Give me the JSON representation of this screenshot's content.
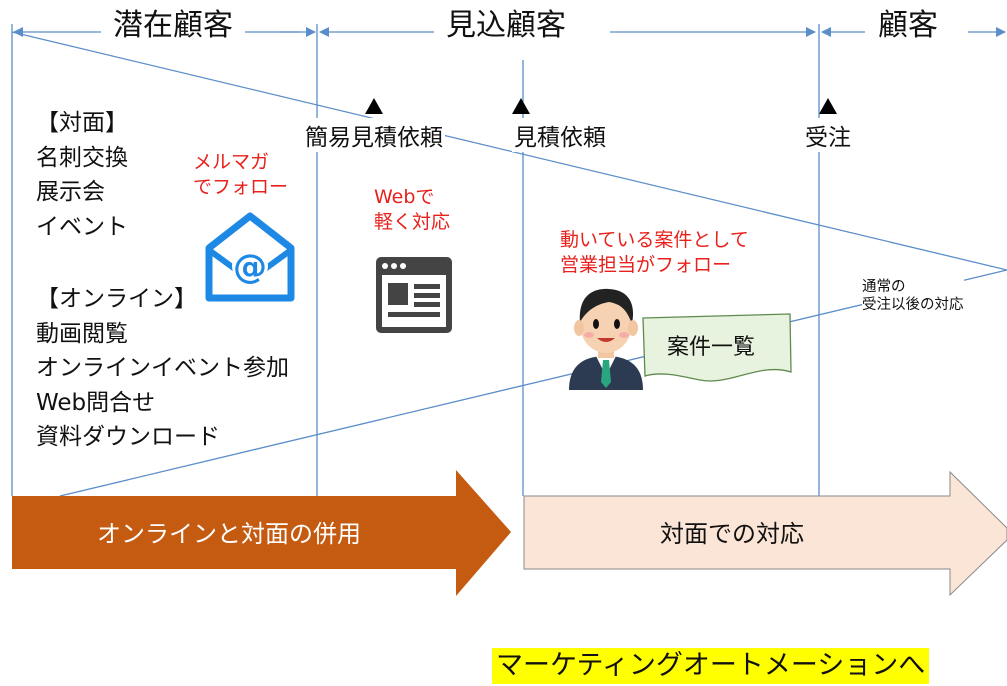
{
  "stages": [
    {
      "label": "潜在顧客"
    },
    {
      "label": "見込顧客"
    },
    {
      "label": "顧客"
    }
  ],
  "milestones": [
    {
      "label": "簡易見積依頼"
    },
    {
      "label": "見積依頼"
    },
    {
      "label": "受注"
    }
  ],
  "contact_channels": {
    "offline_header": "【対面】",
    "offline_items": [
      "名刺交換",
      "展示会",
      "イベント"
    ],
    "online_header": "【オンライン】",
    "online_items": [
      "動画閲覧",
      "オンラインイベント参加",
      "Web問合せ",
      "資料ダウンロード"
    ]
  },
  "annotations": {
    "newsletter": [
      "メルマガ",
      "でフォロー"
    ],
    "web": [
      "Webで",
      "軽く対応"
    ],
    "sales": [
      "動いている案件として",
      "営業担当がフォロー"
    ],
    "normal": [
      "通常の",
      "受注以後の対応"
    ],
    "case_list": "案件一覧"
  },
  "arrows": {
    "combined": "オンラインと対面の併用",
    "face_to_face": "対面での対応"
  },
  "banner": "マーケティングオートメーションへ",
  "colors": {
    "line_blue": "#5b8ec9",
    "arrow_combined": "#c55a11",
    "arrow_face": "#fbe5d6",
    "annotation_red": "#e8211c",
    "banner_yellow": "#ffff00",
    "mail_icon_blue": "#1e88e5",
    "web_icon_gray": "#444444"
  }
}
